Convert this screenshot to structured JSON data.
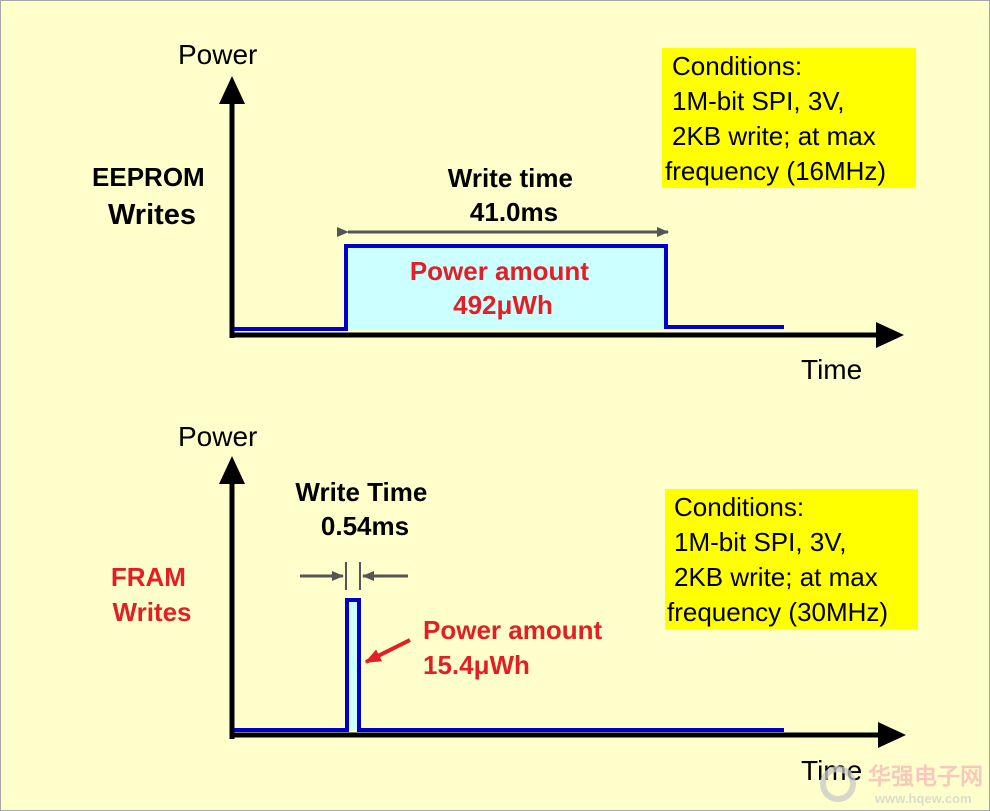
{
  "eeprom": {
    "y_label": "Power",
    "x_label": "Time",
    "label_line1": "EEPROM",
    "label_line2": "Writes",
    "write_time_label": "Write time",
    "write_time_value": "41.0ms",
    "power_label": "Power amount",
    "power_value": "492μWh",
    "conditions": [
      "Conditions:",
      "1M-bit SPI, 3V,",
      "2KB write; at max",
      "frequency (16MHz)"
    ]
  },
  "fram": {
    "y_label": "Power",
    "x_label": "Time",
    "label_line1": "FRAM",
    "label_line2": "Writes",
    "write_time_label": "Write Time",
    "write_time_value": "0.54ms",
    "power_label": "Power amount",
    "power_value": "15.4μWh",
    "conditions": [
      "Conditions:",
      "1M-bit SPI, 3V,",
      "2KB write; at max",
      "frequency (30MHz)"
    ]
  },
  "watermark": {
    "site_name": "华强电子网",
    "site_url": "www.hqew.com"
  },
  "colors": {
    "background": "#ffffcc",
    "conditions_box": "#ffff00",
    "trace": "#0000cc",
    "pulse_fill": "#ccffff",
    "red_text": "#e31e24"
  }
}
